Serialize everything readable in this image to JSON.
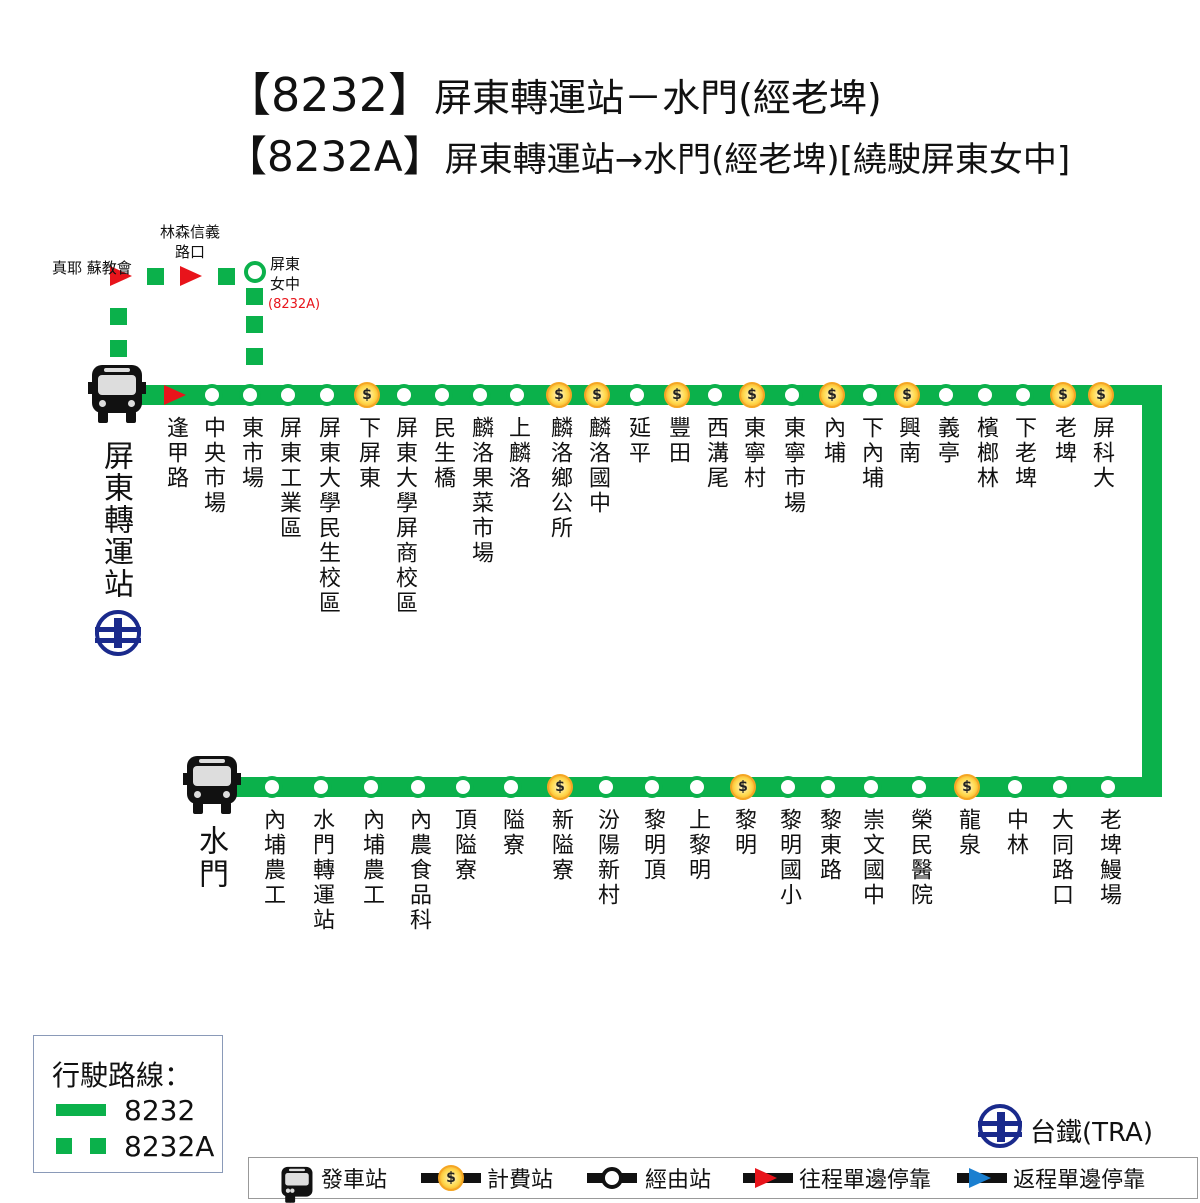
{
  "title": {
    "line1_code": "【8232】",
    "line1_text": "屏東轉運站－水門(經老埤)",
    "line2_code": "【8232A】",
    "line2_text": "屏東轉運站→水門(經老埤)[繞駛屏東女中]"
  },
  "terminals": {
    "start": "屏東轉運站",
    "end": "水門"
  },
  "branch": {
    "stop1": "真耶\n蘇教會",
    "stop2": "林森信義\n路口",
    "stop3": "屏東\n女中",
    "stop3_note": "(8232A)"
  },
  "top_row": [
    {
      "name": "逢甲路",
      "fare": false,
      "oneway": true
    },
    {
      "name": "中央市場",
      "fare": false
    },
    {
      "name": "東市場",
      "fare": false
    },
    {
      "name": "屏東工業區",
      "fare": false
    },
    {
      "name": "屏東大學民生校區",
      "fare": false
    },
    {
      "name": "下屏東",
      "fare": true
    },
    {
      "name": "屏東大學屏商校區",
      "fare": false
    },
    {
      "name": "民生橋",
      "fare": false
    },
    {
      "name": "麟洛果菜市場",
      "fare": false
    },
    {
      "name": "上麟洛",
      "fare": false
    },
    {
      "name": "麟洛鄉公所",
      "fare": true
    },
    {
      "name": "麟洛國中",
      "fare": true
    },
    {
      "name": "延平",
      "fare": false
    },
    {
      "name": "豐田",
      "fare": true
    },
    {
      "name": "西溝尾",
      "fare": false
    },
    {
      "name": "東寧村",
      "fare": true
    },
    {
      "name": "東寧市場",
      "fare": false
    },
    {
      "name": "內埔",
      "fare": true
    },
    {
      "name": "下內埔",
      "fare": false
    },
    {
      "name": "興南",
      "fare": true
    },
    {
      "name": "義亭",
      "fare": false
    },
    {
      "name": "檳榔林",
      "fare": false
    },
    {
      "name": "下老埤",
      "fare": false
    },
    {
      "name": "老埤",
      "fare": true
    },
    {
      "name": "屏科大",
      "fare": true
    }
  ],
  "bottom_row": [
    {
      "name": "內埔農工",
      "fare": false
    },
    {
      "name": "水門轉運站",
      "fare": false
    },
    {
      "name": "內埔農工",
      "fare": false
    },
    {
      "name": "內農食品科",
      "fare": false
    },
    {
      "name": "頂隘寮",
      "fare": false
    },
    {
      "name": "隘寮",
      "fare": false
    },
    {
      "name": "新隘寮",
      "fare": true
    },
    {
      "name": "汾陽新村",
      "fare": false
    },
    {
      "name": "黎明頂",
      "fare": false
    },
    {
      "name": "上黎明",
      "fare": false
    },
    {
      "name": "黎明",
      "fare": true
    },
    {
      "name": "黎明國小",
      "fare": false
    },
    {
      "name": "黎東路",
      "fare": false
    },
    {
      "name": "崇文國中",
      "fare": false
    },
    {
      "name": "榮民醫院",
      "fare": false
    },
    {
      "name": "龍泉",
      "fare": true
    },
    {
      "name": "中林",
      "fare": false
    },
    {
      "name": "大同路口",
      "fare": false
    },
    {
      "name": "老埤鰻場",
      "fare": false
    }
  ],
  "route_legend": {
    "title": "行駛路線：",
    "solid": "8232",
    "dashed": "8232A"
  },
  "tra": "台鐵(TRA)",
  "legend": {
    "start": "發車站",
    "fare": "計費站",
    "via": "經由站",
    "outbound": "往程單邊停靠",
    "return": "返程單邊停靠"
  },
  "fare_symbol": "$",
  "colors": {
    "route": "#0bb14b",
    "outbound": "#e8141b",
    "return": "#1a7fd0",
    "tra": "#1a2a8c",
    "note": "#e8141b"
  }
}
